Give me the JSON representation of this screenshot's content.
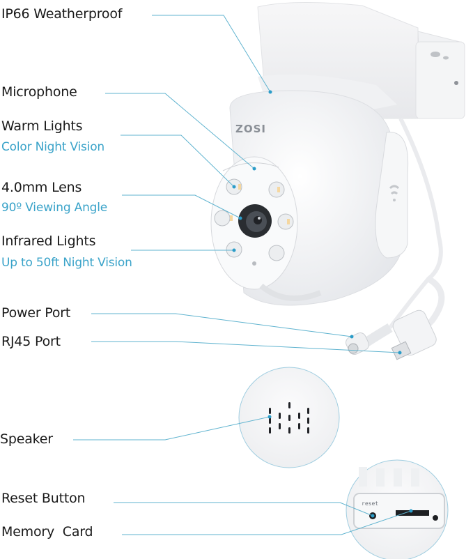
{
  "product": {
    "brand": "ZOSI",
    "type": "PTZ security camera"
  },
  "callouts": [
    {
      "id": "weatherproof",
      "label": "IP66 Weatherproof"
    },
    {
      "id": "microphone",
      "label": "Microphone"
    },
    {
      "id": "warm-lights",
      "label": "Warm Lights",
      "sublabel": "Color Night Vision"
    },
    {
      "id": "lens",
      "label": "4.0mm Lens",
      "sublabel": "90º Viewing Angle"
    },
    {
      "id": "infrared",
      "label": "Infrared Lights",
      "sublabel": "Up to 50ft Night Vision"
    },
    {
      "id": "power-port",
      "label": "Power Port"
    },
    {
      "id": "rj45-port",
      "label": "RJ45 Port"
    },
    {
      "id": "speaker",
      "label": "Speaker"
    },
    {
      "id": "reset",
      "label": "Reset Button"
    },
    {
      "id": "memory-card",
      "label": "Memory  Card"
    }
  ],
  "detail": {
    "reset_text": "reset"
  },
  "colors": {
    "label": "#1a1a1a",
    "sublabel": "#3aa3c9",
    "leader_line": "#5fb3cf"
  }
}
